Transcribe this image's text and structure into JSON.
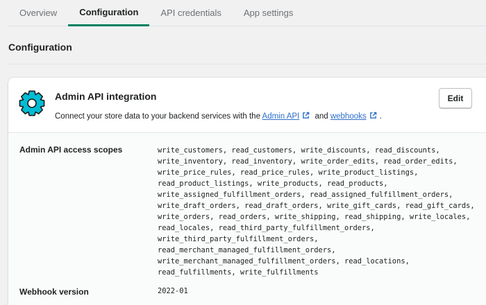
{
  "tabs": [
    {
      "label": "Overview"
    },
    {
      "label": "Configuration"
    },
    {
      "label": "API credentials"
    },
    {
      "label": "App settings"
    }
  ],
  "page": {
    "section_title": "Configuration"
  },
  "integration": {
    "title": "Admin API integration",
    "edit_label": "Edit",
    "desc_prefix": "Connect your store data to your backend services with the",
    "admin_api_link": "Admin API",
    "and_text": "and",
    "webhooks_link": "webhooks",
    "desc_suffix": ".",
    "icon": "gear-icon",
    "icon_color": "#00bcd4"
  },
  "details": {
    "scopes_label": "Admin API access scopes",
    "scopes_text": "write_customers, read_customers, write_discounts, read_discounts, write_inventory, read_inventory, write_order_edits, read_order_edits, write_price_rules, read_price_rules, write_product_listings, read_product_listings, write_products, read_products, write_assigned_fulfillment_orders, read_assigned_fulfillment_orders, write_draft_orders, read_draft_orders, write_gift_cards, read_gift_cards, write_orders, read_orders, write_shipping, read_shipping, write_locales, read_locales, read_third_party_fulfillment_orders, write_third_party_fulfillment_orders, read_merchant_managed_fulfillment_orders, write_merchant_managed_fulfillment_orders, read_locations, read_fulfillments, write_fulfillments",
    "webhook_label": "Webhook version",
    "webhook_value": "2022-01"
  },
  "colors": {
    "accent": "#008060",
    "link": "#2c6ecb"
  }
}
